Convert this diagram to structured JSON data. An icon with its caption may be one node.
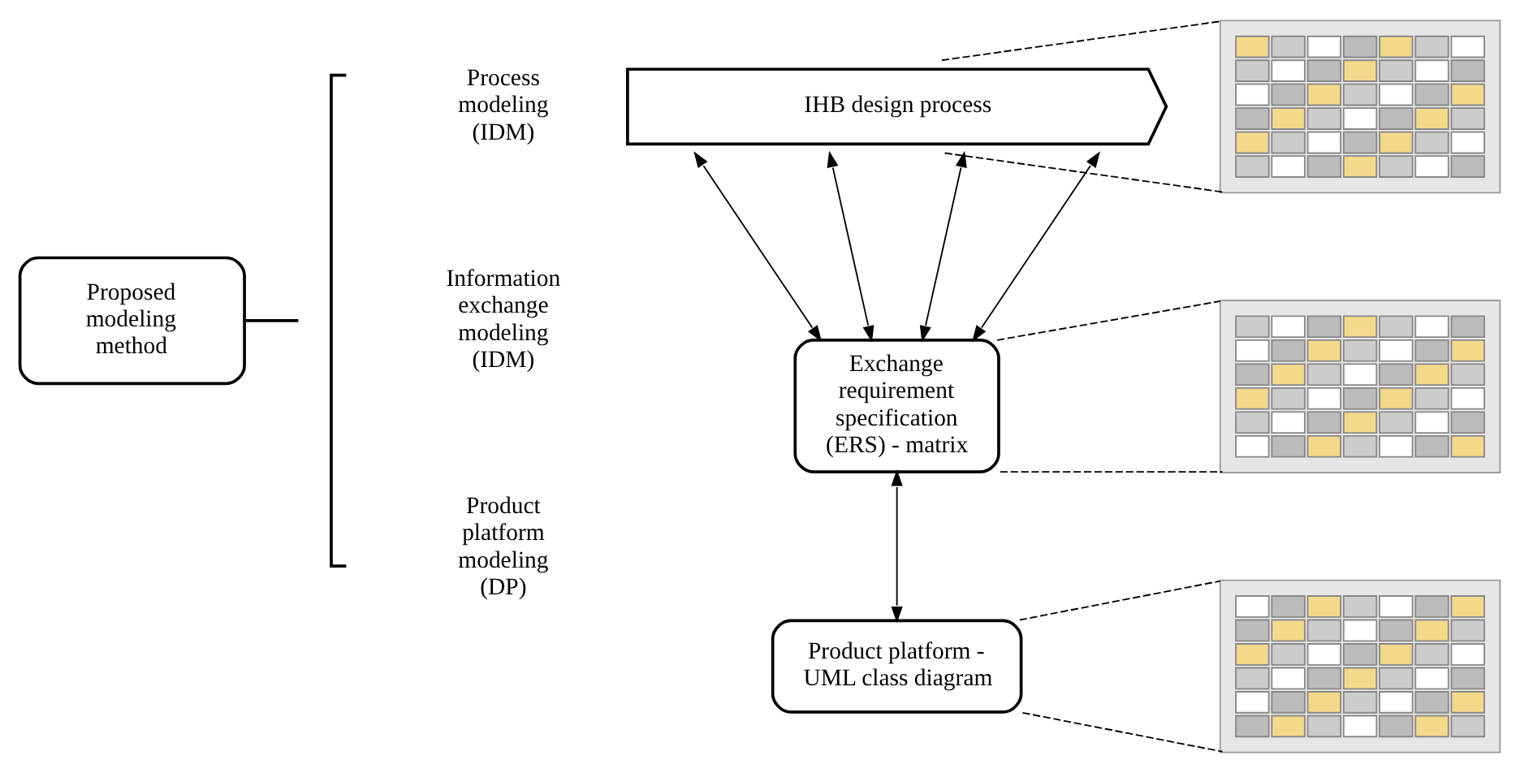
{
  "diagram": {
    "nodes": [
      {
        "text": [
          "Proposed modeling method"
        ]
      },
      {
        "text": [
          "IHB design process"
        ]
      },
      {
        "text": [
          "Exchange requirement specification (ERS) - matrix"
        ]
      },
      {
        "text": [
          "Product platform - UML class diagram"
        ]
      },
      {
        "text": [],
        "shape": "picture"
      },
      {
        "text": [],
        "shape": "picture"
      },
      {
        "text": [],
        "shape": "picture"
      }
    ],
    "edges": [
      {
        "from": 1,
        "to": 2,
        "arrow": "both"
      },
      {
        "from": 1,
        "to": 2,
        "arrow": "both"
      },
      {
        "from": 1,
        "to": 2,
        "arrow": "both"
      },
      {
        "from": 1,
        "to": 2,
        "arrow": "both"
      },
      {
        "from": 2,
        "to": 3,
        "arrow": "both"
      },
      {
        "from": 1,
        "to": 4,
        "arrow": "none",
        "style": "dashed"
      },
      {
        "from": 1,
        "to": 4,
        "arrow": "none",
        "style": "dashed"
      },
      {
        "from": 2,
        "to": 5,
        "arrow": "none",
        "style": "dashed"
      },
      {
        "from": 2,
        "to": 5,
        "arrow": "none",
        "style": "dashed"
      },
      {
        "from": 3,
        "to": 6,
        "arrow": "none",
        "style": "dashed"
      },
      {
        "from": 3,
        "to": 6,
        "arrow": "none",
        "style": "dashed"
      }
    ],
    "labels": [
      "Process modeling (IDM)",
      "Information exchange modeling (IDM)",
      "Product platform modeling (DP)"
    ]
  }
}
